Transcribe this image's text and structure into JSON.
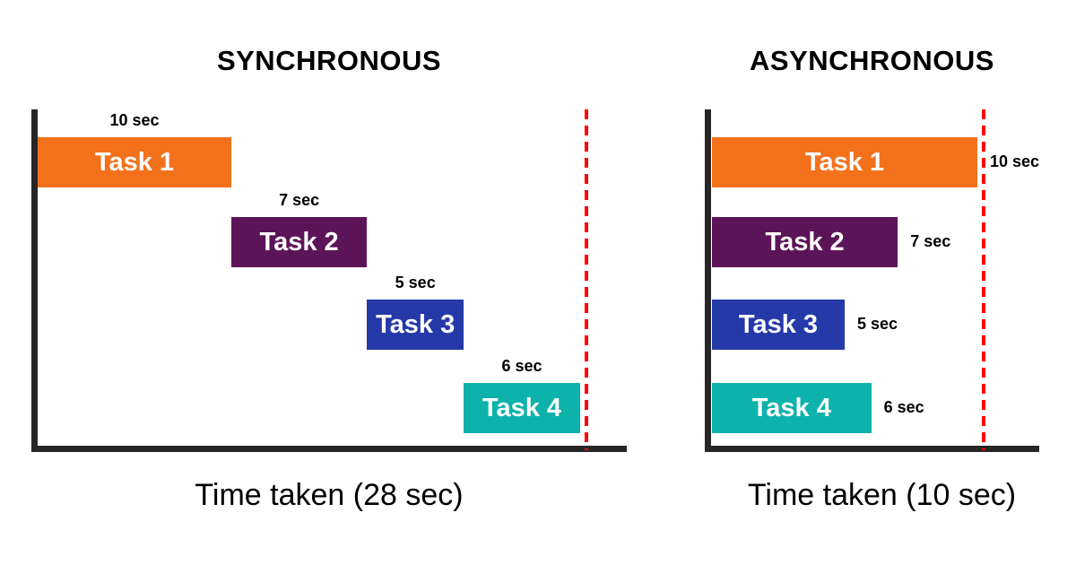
{
  "colors": {
    "background": "#ffffff",
    "axis": "#262626",
    "deadline": "#ff0000",
    "bar_label_text": "#ffffff",
    "text": "#000000"
  },
  "chart_data": [
    {
      "type": "bar",
      "variant": "gantt-sequential",
      "title": "SYNCHRONOUS",
      "caption": "Time taken (28 sec)",
      "categories": [
        "Task 1",
        "Task 2",
        "Task 3",
        "Task 4"
      ],
      "values": [
        10,
        7,
        5,
        6
      ],
      "value_labels": [
        "10 sec",
        "7 sec",
        "5 sec",
        "6 sec"
      ],
      "starts": [
        0,
        10,
        17,
        22
      ],
      "bar_colors": [
        "#F4711C",
        "#5C1458",
        "#2539A8",
        "#0DB2AB"
      ],
      "total_time_sec": 28,
      "deadline_sec": 28,
      "xlim": [
        0,
        30.5
      ],
      "value_label_position": "above",
      "grid": false,
      "legend": false
    },
    {
      "type": "bar",
      "variant": "gantt-parallel",
      "title": "ASYNCHRONOUS",
      "caption": "Time taken (10 sec)",
      "categories": [
        "Task 1",
        "Task 2",
        "Task 3",
        "Task 4"
      ],
      "values": [
        10,
        7,
        5,
        6
      ],
      "value_labels": [
        "10 sec",
        "7 sec",
        "5 sec",
        "6 sec"
      ],
      "starts": [
        0,
        0,
        0,
        0
      ],
      "bar_colors": [
        "#F4711C",
        "#5C1458",
        "#2539A8",
        "#0DB2AB"
      ],
      "total_time_sec": 10,
      "deadline_sec": 10,
      "xlim": [
        0,
        12.5
      ],
      "value_label_position": "right",
      "grid": false,
      "legend": false
    }
  ]
}
